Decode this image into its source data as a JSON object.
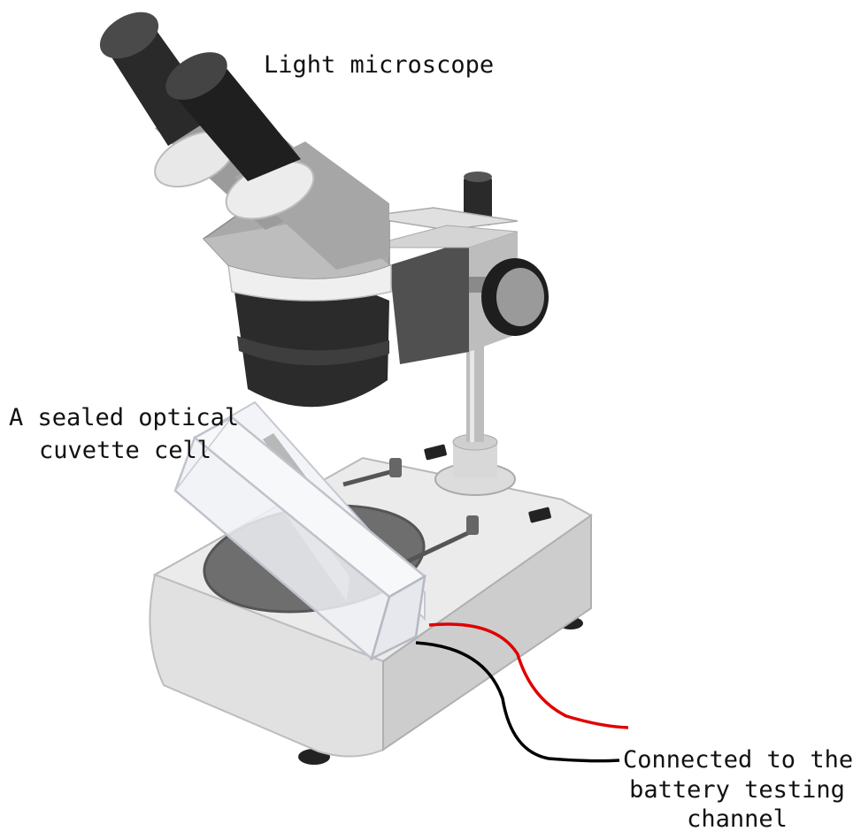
{
  "labels": {
    "microscope": "Light microscope",
    "cuvette_line1": "A sealed optical",
    "cuvette_line2": "cuvette cell",
    "connection_line1": "Connected to the",
    "connection_line2": "battery testing",
    "connection_line3": "channel"
  },
  "colors": {
    "positive_wire": "#e00000",
    "negative_wire": "#000000",
    "body_light": "#e6e6e6",
    "body_shadow": "#c2c2c2",
    "eyepiece": "#2a2a2a"
  }
}
